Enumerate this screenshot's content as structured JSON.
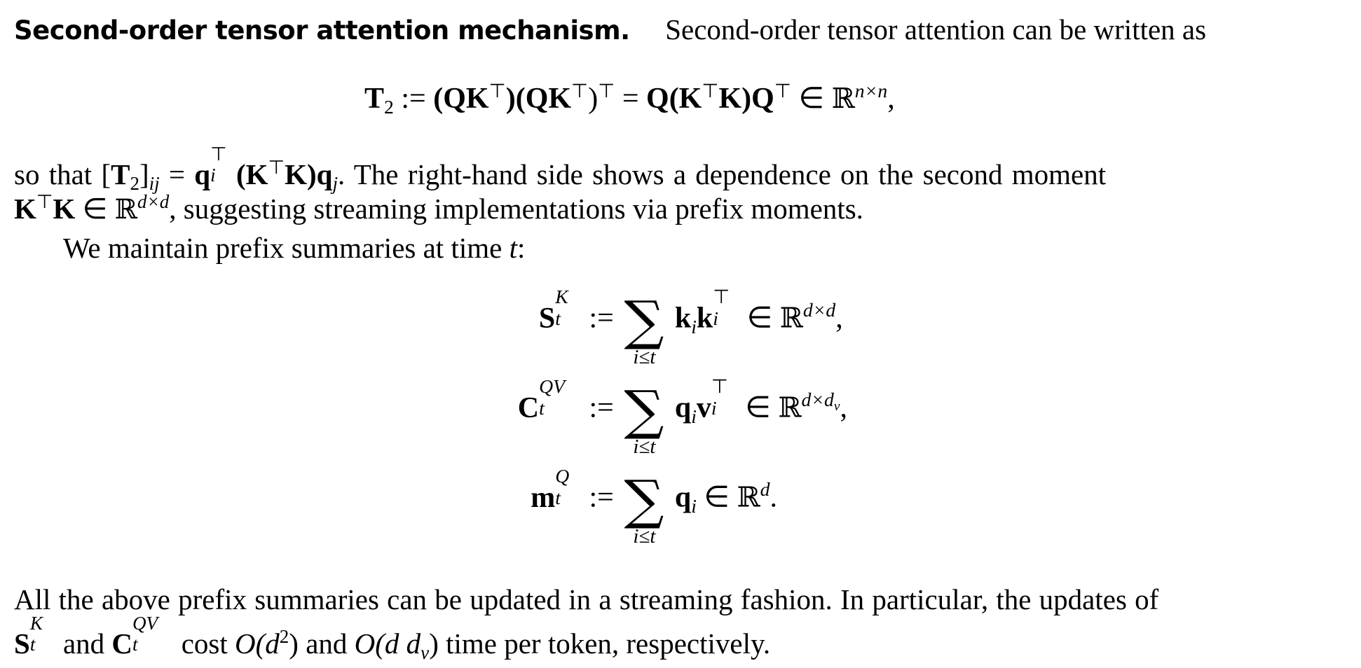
{
  "paragraph_heading": "Second-order tensor attention mechanism.",
  "intro_text": "Second-order tensor attention can be written as",
  "eq1": {
    "lhs": "T",
    "lhs_sub": "2",
    "assign": ":=",
    "expr1": "(QK",
    "transpose": "⊤",
    "expr2": ")(QK",
    "expr3": ")",
    "eq_sign": "=",
    "expr4": "Q(K",
    "expr5": "K)Q",
    "in": "∈",
    "reals": "ℝ",
    "dims": "n×n",
    "trail": ","
  },
  "para2": {
    "prefix": "so that",
    "bracket_open": "[",
    "T": "T",
    "T_sub": "2",
    "bracket_close": "]",
    "ij": "ij",
    "eq": "=",
    "q": "q",
    "q_sub_i": "i",
    "transpose": "⊤",
    "mid": "(K",
    "K2": "K)q",
    "q_sub_j": "j",
    "period": ".",
    "rest_line1": "The right-hand side shows a dependence on the second moment",
    "line2_K": "K",
    "line2_K2": "K",
    "line2_in": "∈",
    "line2_reals": "ℝ",
    "line2_dims": "d×d",
    "rest_line2": ", suggesting streaming implementations via prefix moments."
  },
  "para3": {
    "text": "We maintain prefix summaries at time",
    "var": "t",
    "colon": ":"
  },
  "aligned_equations": [
    {
      "lhs": "S",
      "sup": "K",
      "sub": "t",
      "assign": ":=",
      "sum_limit": "i≤t",
      "term": "k",
      "term_sub": "i",
      "term2": "k",
      "term2_sub": "i",
      "term2_sup": "⊤",
      "in": "∈",
      "reals": "ℝ",
      "dims": "d×d",
      "trail": ","
    },
    {
      "lhs": "C",
      "sup": "QV",
      "sub": "t",
      "assign": ":=",
      "sum_limit": "i≤t",
      "term": "q",
      "term_sub": "i",
      "term2": "v",
      "term2_sub": "i",
      "term2_sup": "⊤",
      "in": "∈",
      "reals": "ℝ",
      "dims": "d×d",
      "dims_sub": "v",
      "trail": ","
    },
    {
      "lhs": "m",
      "sup": "Q",
      "sub": "t",
      "assign": ":=",
      "sum_limit": "i≤t",
      "term": "q",
      "term_sub": "i",
      "in": "∈",
      "reals": "ℝ",
      "dims": "d",
      "trail": "."
    }
  ],
  "para4": {
    "line1": "All the above prefix summaries can be updated in a streaming fashion. In particular, the updates of",
    "S": "S",
    "S_sup": "K",
    "S_sub": "t",
    "and1": "and",
    "C": "C",
    "C_sup": "QV",
    "C_sub": "t",
    "cost": "cost",
    "O1": "O(d",
    "O1_sup": "2",
    "O1_close": ")",
    "and2": "and",
    "O2": "O(d d",
    "O2_sub": "v",
    "O2_close": ")",
    "rest": "time per token, respectively."
  }
}
